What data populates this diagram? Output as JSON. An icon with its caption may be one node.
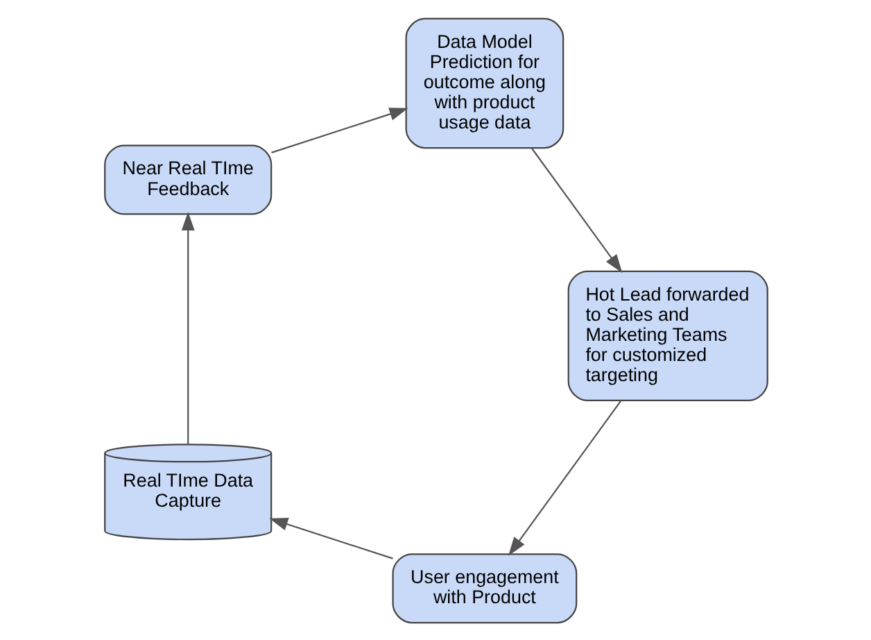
{
  "diagram": {
    "nodes": [
      {
        "text": [
          "User engagement with Product"
        ]
      },
      {
        "text": [
          "Real TIme Data Capture"
        ]
      },
      {
        "text": [
          "Near Real TIme Feedback"
        ]
      },
      {
        "text": [
          "Data Model Prediction for outcome along with product usage data"
        ]
      },
      {
        "text": [
          "Hot Lead forwarded to Sales and Marketing Teams for customized targeting"
        ]
      }
    ],
    "edges": [
      {
        "from": 0,
        "to": 1,
        "arrow": "to"
      },
      {
        "from": 1,
        "to": 2,
        "arrow": "to"
      },
      {
        "from": 2,
        "to": 3,
        "arrow": "to"
      },
      {
        "from": 3,
        "to": 4,
        "arrow": "to"
      },
      {
        "from": 4,
        "to": 0,
        "arrow": "to"
      }
    ]
  }
}
